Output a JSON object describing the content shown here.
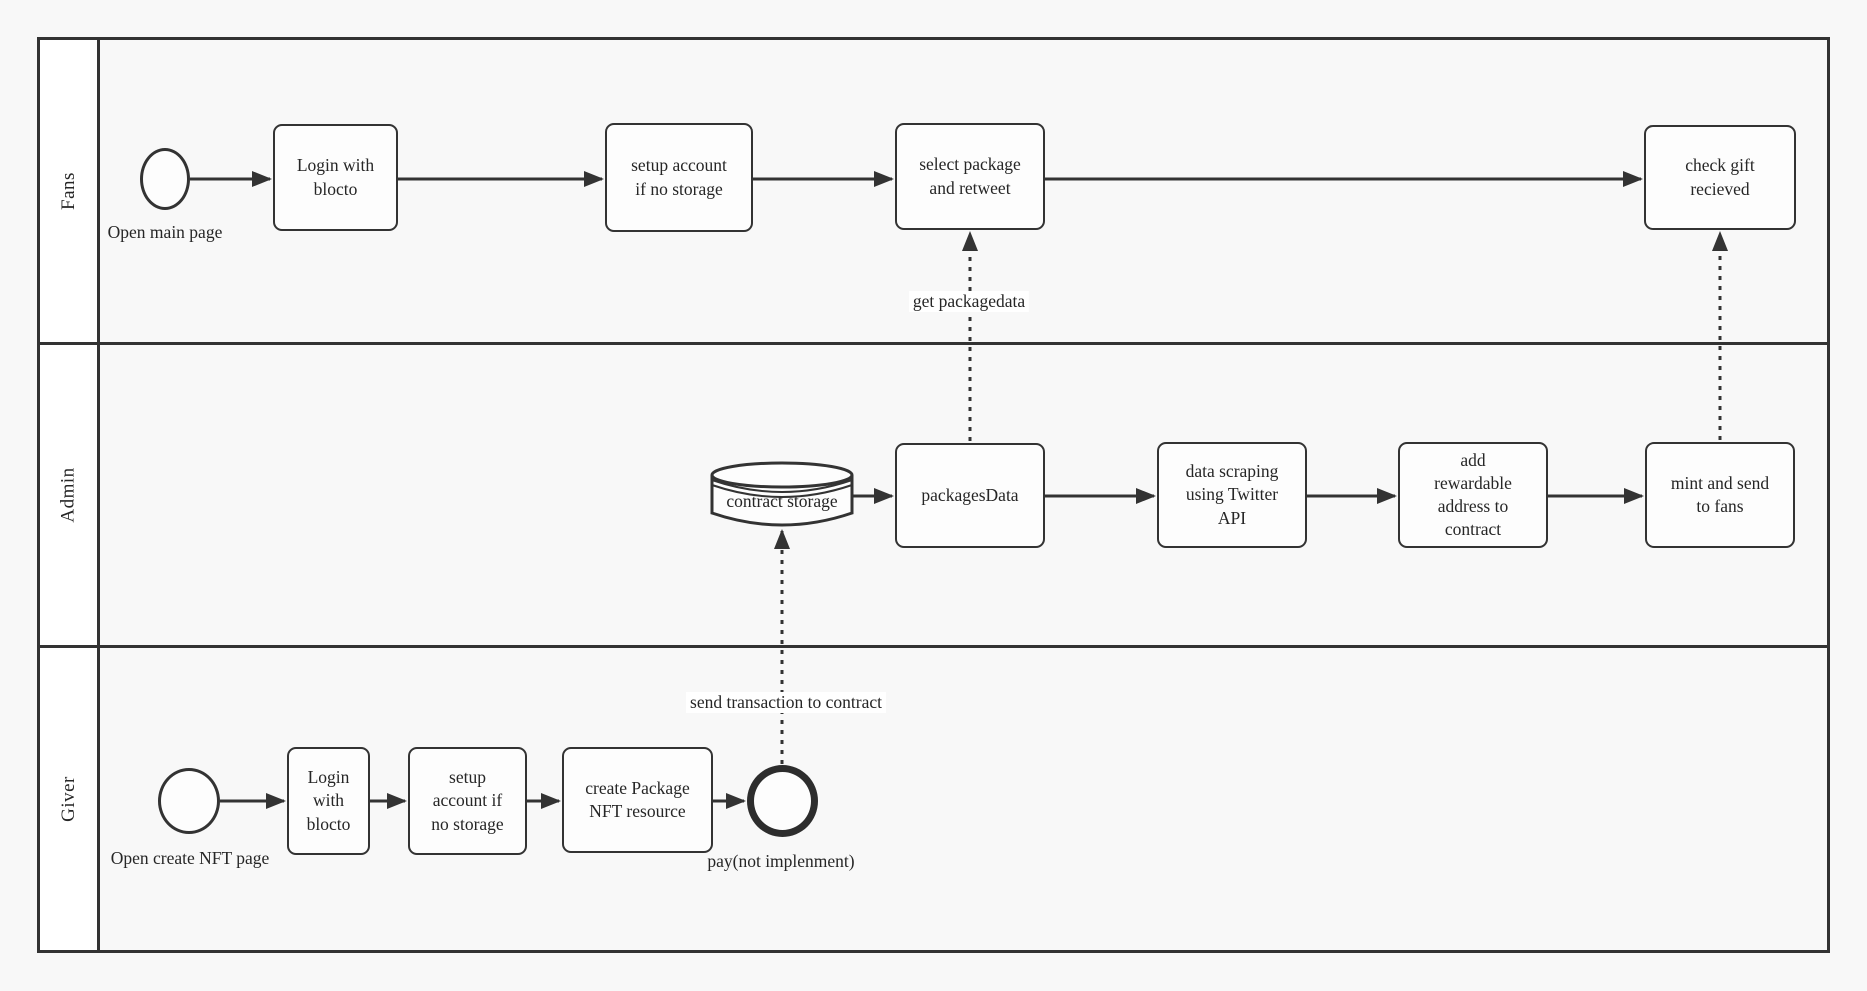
{
  "lanes": [
    {
      "label": "Fans"
    },
    {
      "label": "Admin"
    },
    {
      "label": "Giver"
    }
  ],
  "fans": {
    "start_label": "Open main page",
    "task_login": "Login with\nblocto",
    "task_setup": "setup account\nif no storage",
    "task_select": "select package\nand retweet",
    "task_check": "check gift\nrecieved"
  },
  "admin": {
    "datastore_label": "contract storage",
    "task_packages": "packagesData",
    "task_scraping": "data scraping\nusing Twitter\nAPI",
    "task_add_address": "add\nrewardable\naddress to\ncontract",
    "task_mint": "mint and send\nto fans"
  },
  "giver": {
    "start_label": "Open create NFT page",
    "task_login": "Login\nwith\nblocto",
    "task_setup": "setup\naccount if\nno storage",
    "task_create": "create Package\nNFT resource",
    "end_label": "pay(not implenment)"
  },
  "flows": {
    "get_package_label": "get packagedata",
    "send_tx_label": "send transaction to contract"
  },
  "colors": {
    "stroke": "#333333",
    "node_fill": "#fdfdfd",
    "background": "#f8f8f8"
  }
}
